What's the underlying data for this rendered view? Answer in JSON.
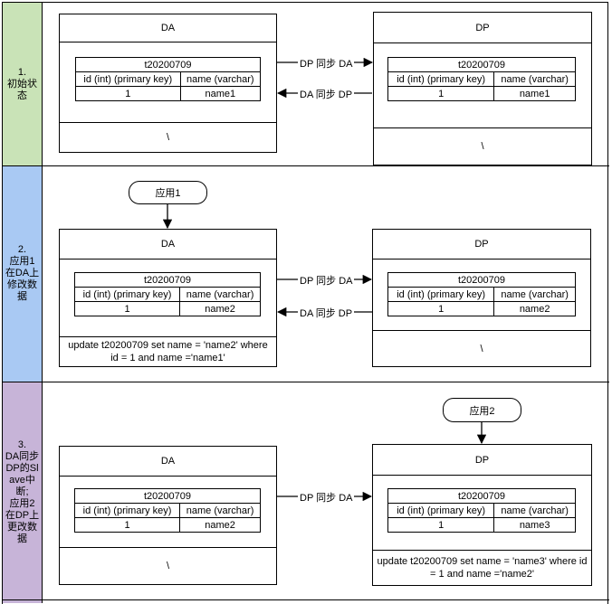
{
  "colors": {
    "phase1": "#c9e3b7",
    "phase2": "#a9c9f3",
    "phase3": "#c7b4d8"
  },
  "phases": [
    {
      "label": "1.\n初始状\n态",
      "left": {
        "title": "DA",
        "table": "t20200709",
        "headers": [
          "id (int) (primary key)",
          "name (varchar)"
        ],
        "row": [
          "1",
          "name1"
        ],
        "footer": "\\"
      },
      "right": {
        "title": "DP",
        "table": "t20200709",
        "headers": [
          "id (int) (primary key)",
          "name (varchar)"
        ],
        "row": [
          "1",
          "name1"
        ],
        "footer": "\\"
      },
      "arrow_right": "DP 同步 DA",
      "arrow_left": "DA 同步 DP"
    },
    {
      "label": "2.\n应用1\n在DA上\n修改数\n据",
      "app": "应用1",
      "left": {
        "title": "DA",
        "table": "t20200709",
        "headers": [
          "id (int) (primary key)",
          "name (varchar)"
        ],
        "row": [
          "1",
          "name2"
        ],
        "footer": "update  t20200709 set name = 'name2' where id = 1 and name ='name1'"
      },
      "right": {
        "title": "DP",
        "table": "t20200709",
        "headers": [
          "id (int) (primary key)",
          "name (varchar)"
        ],
        "row": [
          "1",
          "name2"
        ],
        "footer": "\\"
      },
      "arrow_right": "DP 同步 DA",
      "arrow_left": "DA 同步 DP"
    },
    {
      "label": "3.\nDA同步\nDP的Sl\nave中\n断;\n应用2\n在DP上\n更改数\n据",
      "app": "应用2",
      "left": {
        "title": "DA",
        "table": "t20200709",
        "headers": [
          "id (int) (primary key)",
          "name (varchar)"
        ],
        "row": [
          "1",
          "name2"
        ],
        "footer": "\\"
      },
      "right": {
        "title": "DP",
        "table": "t20200709",
        "headers": [
          "id (int) (primary key)",
          "name (varchar)"
        ],
        "row": [
          "1",
          "name3"
        ],
        "footer": "update  t20200709 set name = 'name3' where id = 1 and name ='name2'"
      },
      "arrow_right": "DP 同步 DA"
    }
  ]
}
